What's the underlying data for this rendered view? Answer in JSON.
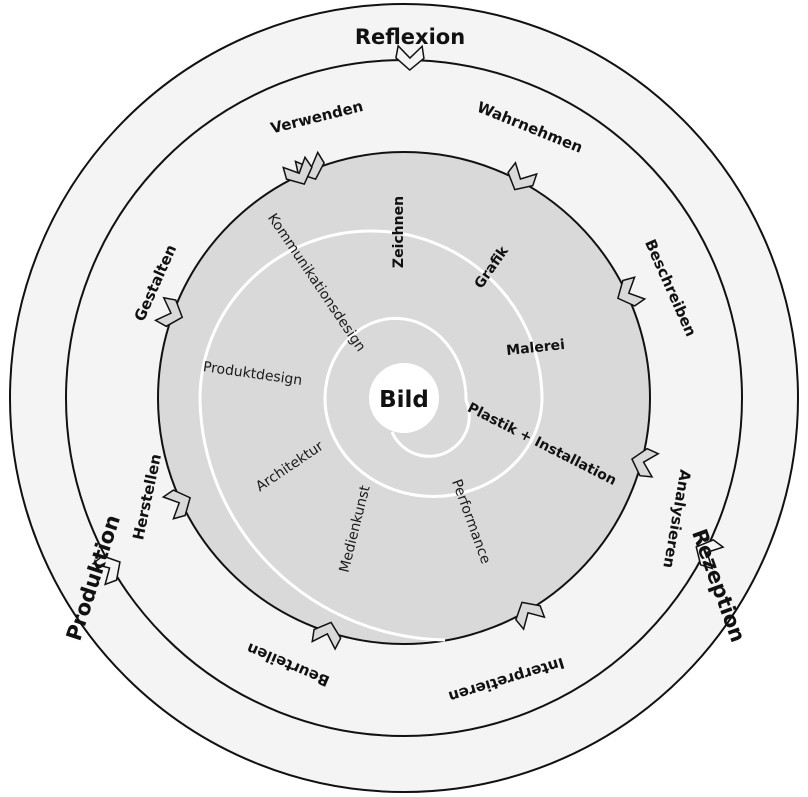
{
  "outer_ring": {
    "top": "Reflexion",
    "left": "Produktion",
    "right": "Rezeption"
  },
  "middle_ring": [
    "Verwenden",
    "Wahrnehmen",
    "Beschreiben",
    "Analysieren",
    "Interpretieren",
    "Beurteilen",
    "Herstellen",
    "Gestalten"
  ],
  "inner_disc": {
    "center": "Bild",
    "fields": [
      "Zeichnen",
      "Grafik",
      "Malerei",
      "Plastik + Installation",
      "Performance",
      "Medienkunst",
      "Architektur",
      "Produktdesign",
      "Kommunikationsdesign"
    ]
  },
  "colors": {
    "outer_fill": "#f4f4f4",
    "inner_fill": "#d9d9d9",
    "stroke": "#111111",
    "spiral": "#ffffff"
  }
}
